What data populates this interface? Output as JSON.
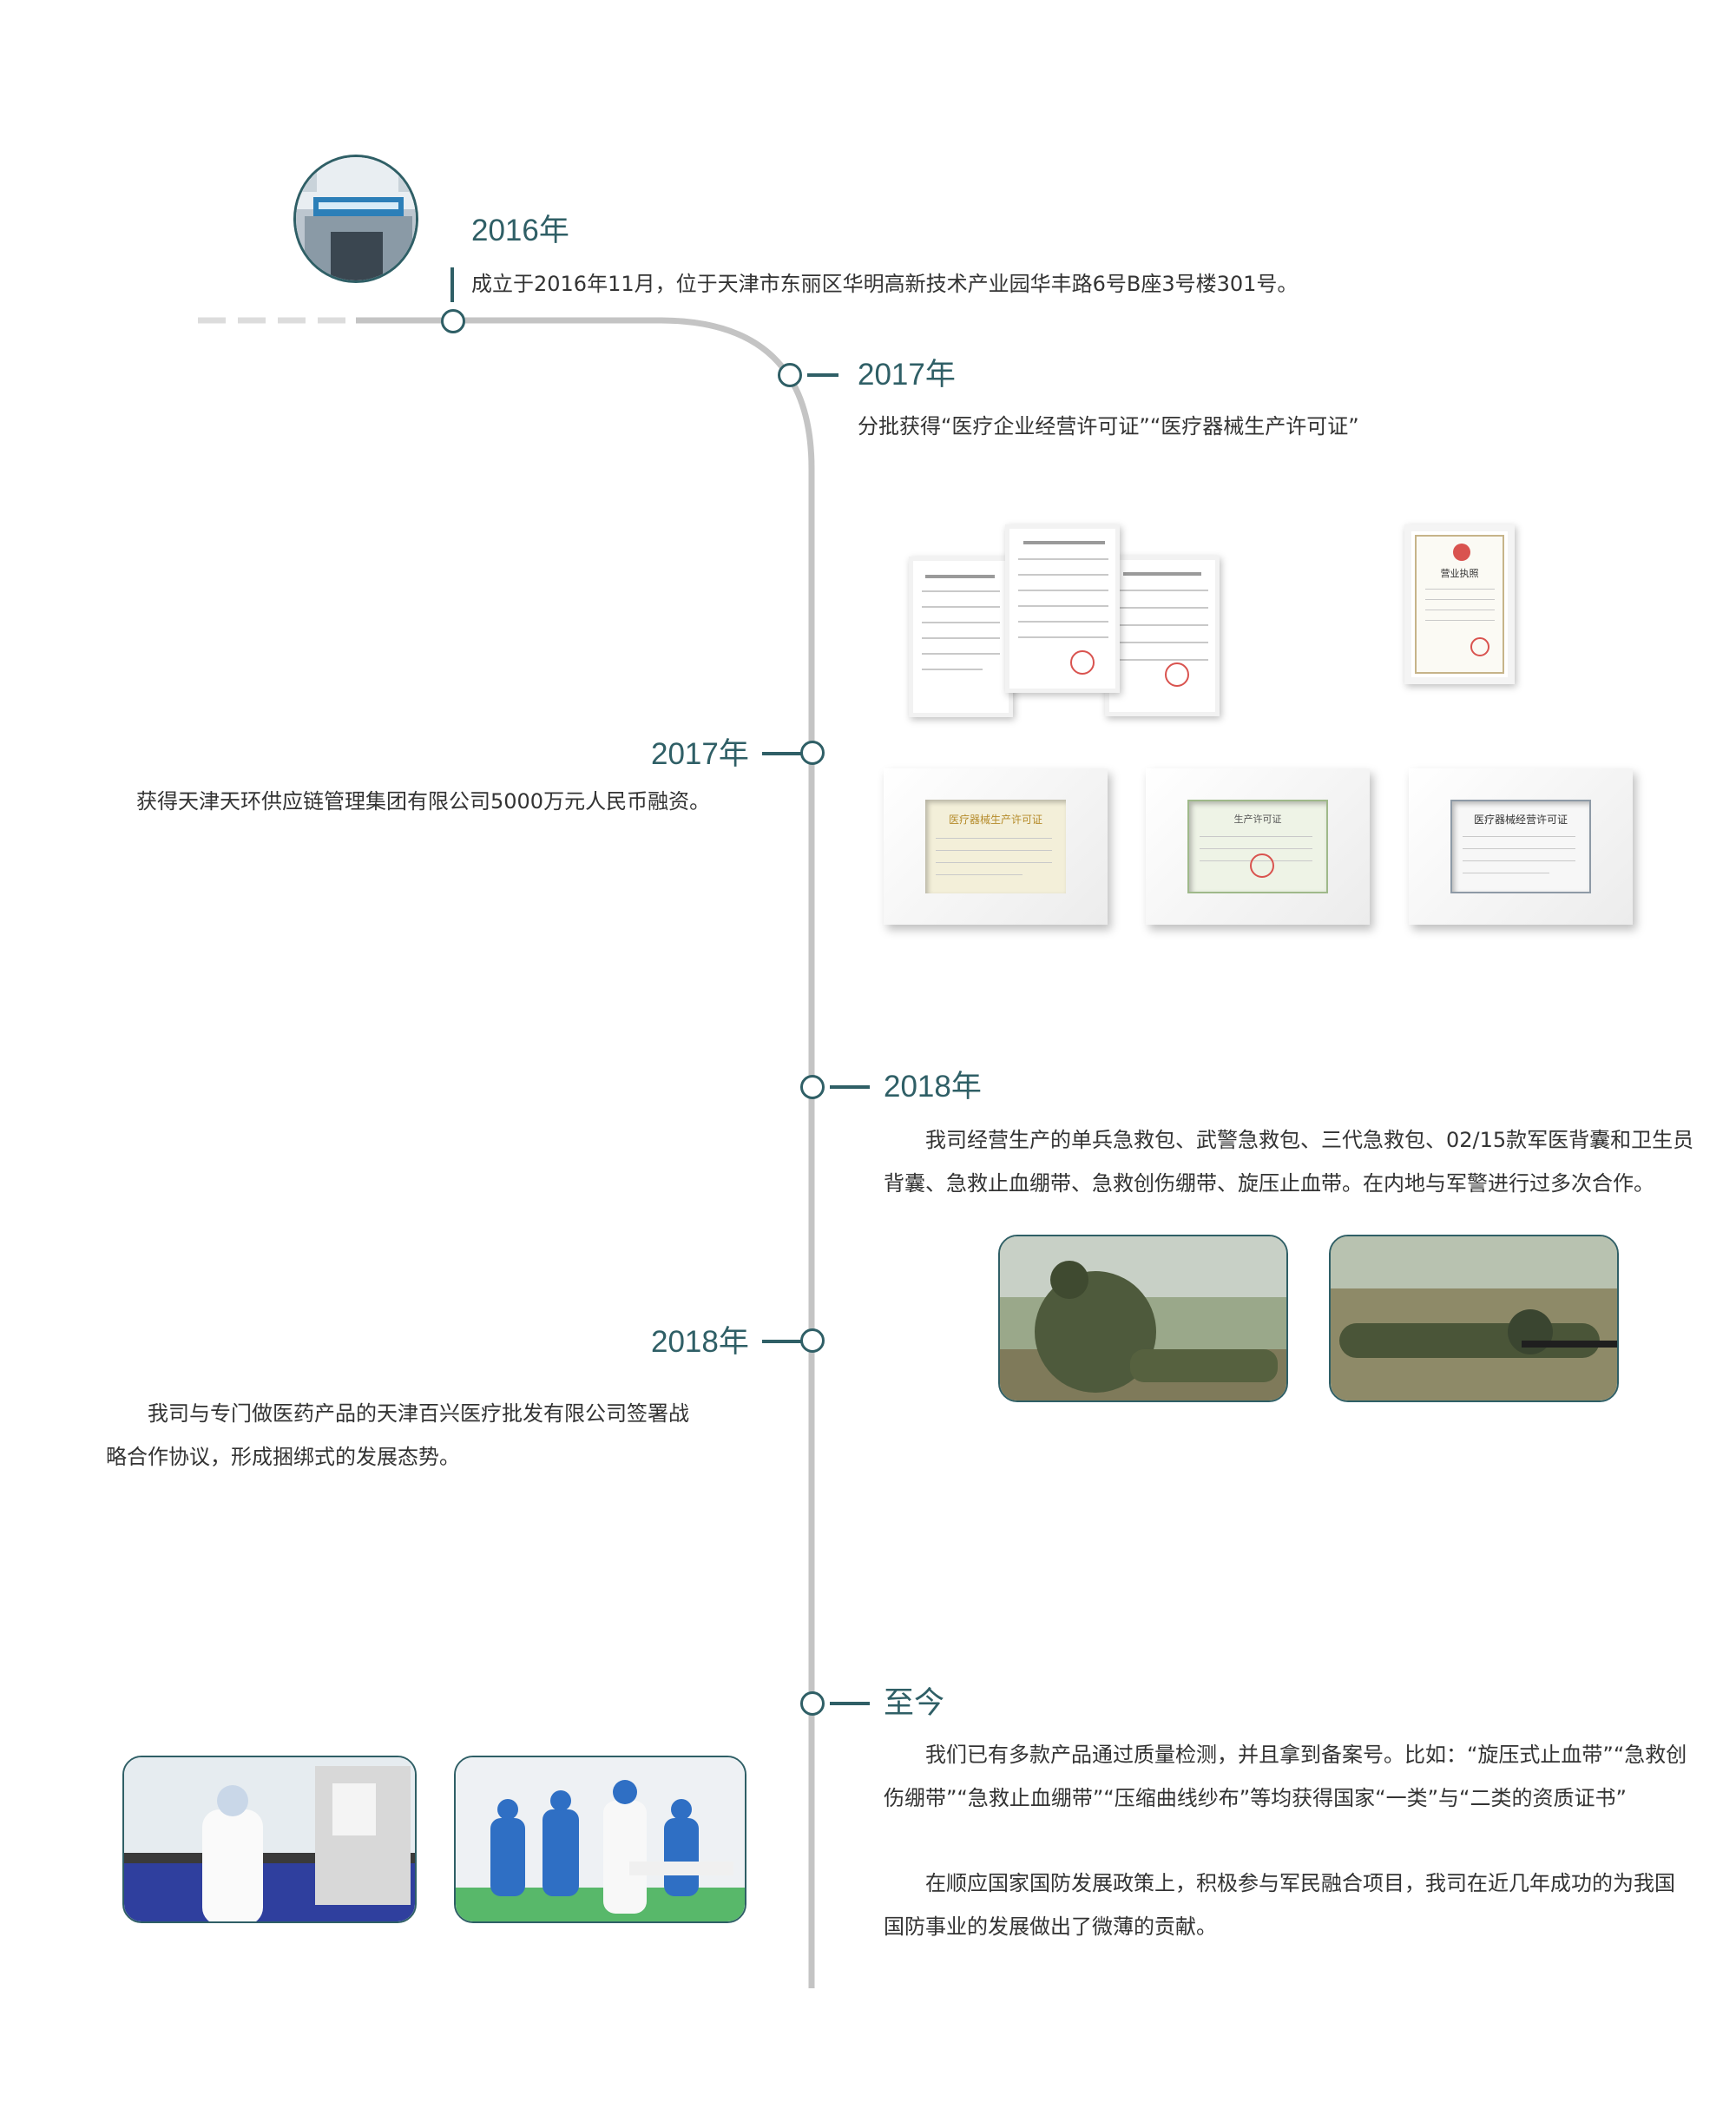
{
  "timeline": {
    "line_color": "#c4c4c4",
    "accent_color": "#2f5f66",
    "events": [
      {
        "year": "2016年",
        "lines": [
          "成立于2016年11月，位于天津市东丽区华明高新技术产业园华丰路6号B座3号楼301号。"
        ],
        "photo_icon": "building-photo-icon"
      },
      {
        "year": "2017年",
        "lines": [
          "分批获得“医疗企业经营许可证”“医疗器械生产许可证”"
        ]
      },
      {
        "year": "2017年",
        "lines": [
          "获得天津天环供应链管理集团有限公司5000万元人民币融资。"
        ]
      },
      {
        "year": "2018年",
        "lines": [
          "我司经营生产的单兵急救包、武警急救包、三代急救包、02/15款军医背囊和卫生员",
          "背囊、急救止血绷带、急救创伤绷带、旋压止血带。在内地与军警进行过多次合作。"
        ]
      },
      {
        "year": "2018年",
        "lines": [
          "我司与专门做医药产品的天津百兴医疗批发有限公司签署战",
          "略合作协议，形成捆绑式的发展态势。"
        ]
      },
      {
        "year": "至今",
        "lines": [
          "我们已有多款产品通过质量检测，并且拿到备案号。比如：“旋压式止血带”“急救创",
          "伤绷带”“急救止血绷带”“压缩曲线纱布”等均获得国家“一类”与“二类的资质证书”",
          "在顺应国家国防发展政策上，积极参与军民融合项目，我司在近几年成功的为我国",
          "国防事业的发展做出了微薄的贡献。"
        ]
      }
    ]
  },
  "certificates": {
    "license_frame_1": "医疗器械生产许可证",
    "license_frame_2": "生产许可证",
    "license_frame_3": "医疗器械经营许可证",
    "business_license": "营业执照"
  }
}
